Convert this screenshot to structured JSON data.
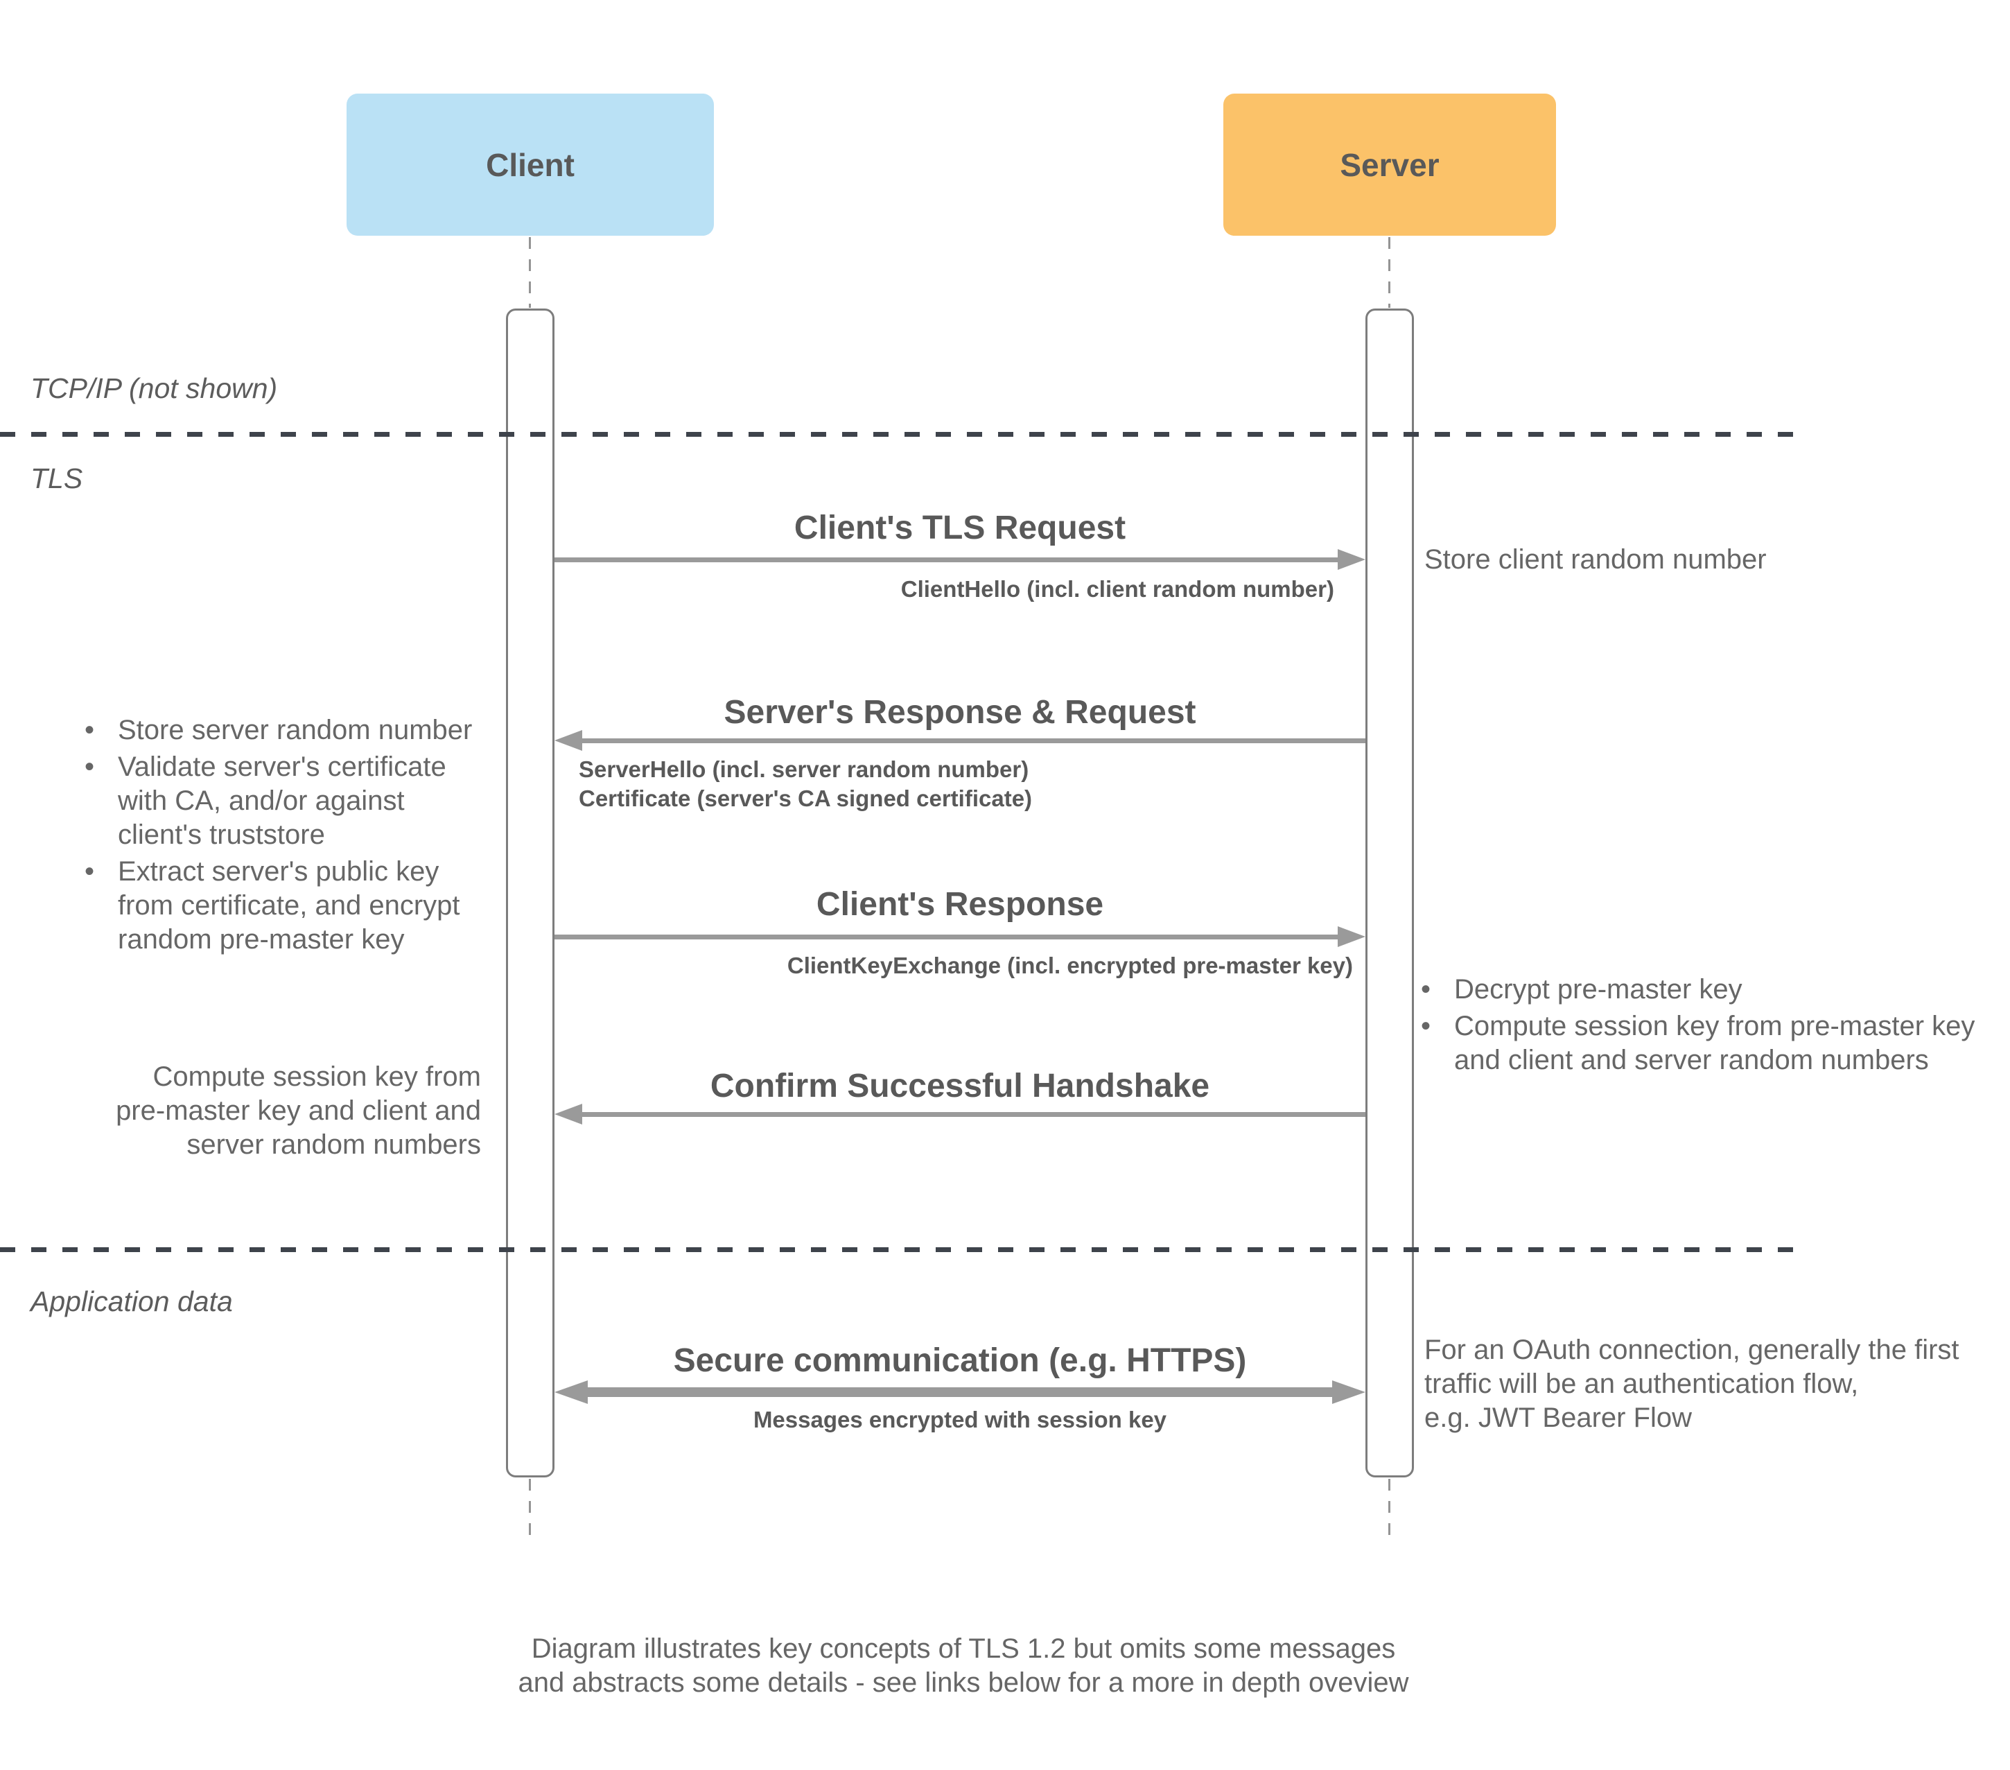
{
  "actors": {
    "client": {
      "label": "Client",
      "fill": "#BAE1F5"
    },
    "server": {
      "label": "Server",
      "fill": "#FBC269"
    }
  },
  "sections": {
    "tcpip_label": "TCP/IP (not shown)",
    "tls_label": "TLS",
    "app_label": "Application data"
  },
  "messages": {
    "tls_request": {
      "title": "Client's TLS Request",
      "detail": "ClientHello (incl. client random number)",
      "direction": "client-to-server"
    },
    "server_response": {
      "title": "Server's Response & Request",
      "detail": "ServerHello (incl. server random number)\nCertificate (server's CA signed certificate)",
      "direction": "server-to-client"
    },
    "client_response": {
      "title": "Client's Response",
      "detail": "ClientKeyExchange (incl. encrypted pre-master key)",
      "direction": "client-to-server"
    },
    "confirm_handshake": {
      "title": "Confirm Successful Handshake",
      "direction": "server-to-client"
    },
    "secure_comm": {
      "title": "Secure communication (e.g. HTTPS)",
      "detail": "Messages encrypted with session key",
      "direction": "bidirectional"
    }
  },
  "notes": {
    "server_store_random": "Store client random number",
    "client_steps": [
      "Store server random number",
      "Validate server's certificate\nwith CA, and/or against\nclient's truststore",
      "Extract server's public key\nfrom certificate, and encrypt\nrandom pre-master key"
    ],
    "server_steps": [
      "Decrypt pre-master key",
      "Compute session key from pre-master key\nand client and server random numbers"
    ],
    "client_compute_key": "Compute session key from\npre-master key and client and\nserver random numbers",
    "server_oauth": "For an OAuth connection, generally the first\ntraffic will be an authentication flow,\ne.g. JWT Bearer Flow"
  },
  "caption": "Diagram illustrates key concepts of TLS 1.2 but omits some messages\nand abstracts some details - see links below for a more in depth oveview",
  "colors": {
    "client_fill": "#BAE1F5",
    "server_fill": "#FBC269",
    "heading_text": "#595959",
    "note_text": "#666666",
    "arrow": "#9A9A9A",
    "divider": "#3E434B",
    "activation_border": "#7D7D7D",
    "lifeline": "#949494"
  }
}
